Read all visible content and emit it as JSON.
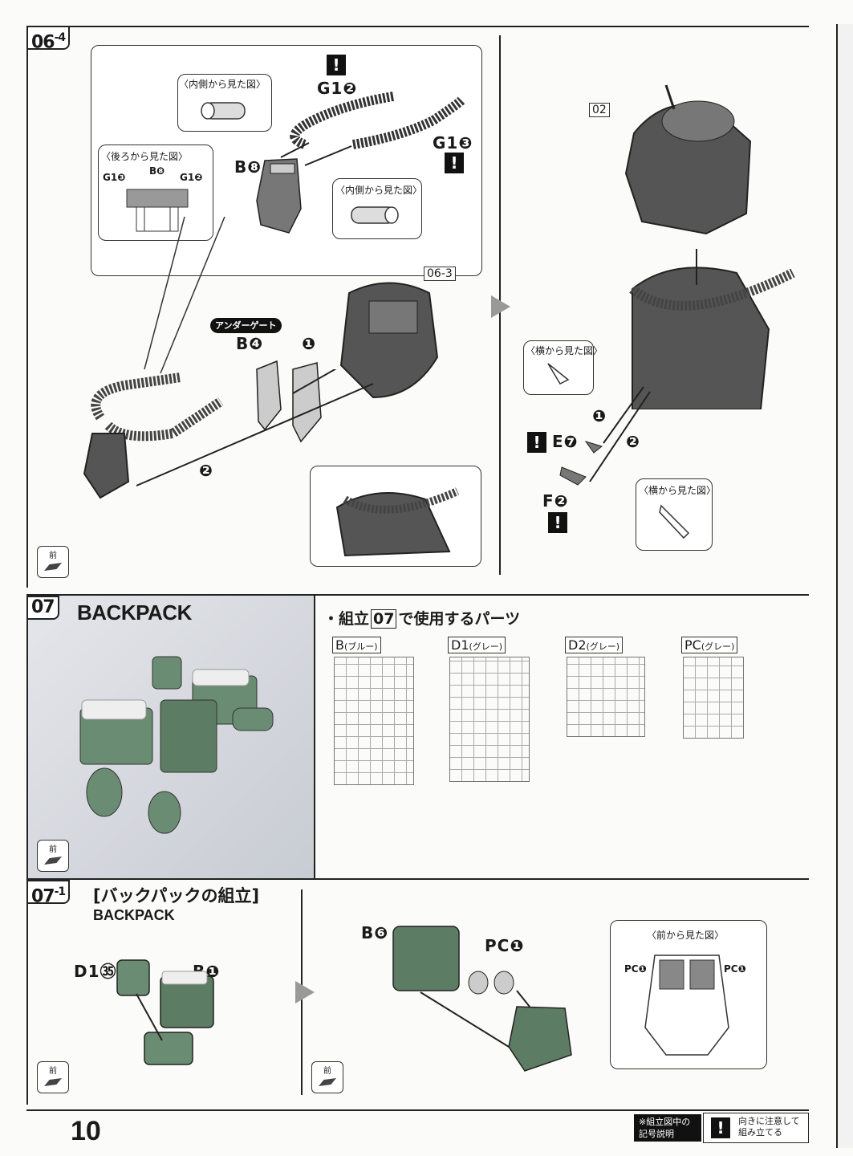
{
  "page_number": "10",
  "step_06_4": {
    "tag": "06",
    "sub": "-4",
    "inside_view_1": "〈内側から見た図〉",
    "inside_view_2": "〈内側から見た図〉",
    "back_view": "〈後ろから見た図〉",
    "side_view_1": "〈横から見た図〉",
    "side_view_2": "〈横から見た図〉",
    "g1_2": "G1❷",
    "g1_3": "G1❸",
    "b8": "B❽",
    "back_g1_3": "G1❸",
    "back_b8": "B❽",
    "back_g1_2": "G1❷",
    "under_gate": "アンダーゲート",
    "b4": "B❹",
    "ref_06_3": "06-3",
    "ref_02": "02",
    "num_1": "❶",
    "num_2": "❷",
    "e7": "E❼",
    "f2": "F❷",
    "warn": "!",
    "front": "前"
  },
  "step_07": {
    "tag": "07",
    "title": "BACKPACK",
    "parts_heading_prefix": "・組立",
    "parts_heading_ref": "07",
    "parts_heading_suffix": "で使用するパーツ",
    "runners": [
      {
        "code": "B",
        "color": "(ブルー)"
      },
      {
        "code": "D1",
        "color": "(グレー)"
      },
      {
        "code": "D2",
        "color": "(グレー)"
      },
      {
        "code": "PC",
        "color": "(グレー)"
      }
    ]
  },
  "step_07_1": {
    "tag": "07",
    "sub": "-1",
    "title": "[バックパックの組立]",
    "subtitle": "BACKPACK",
    "d1_35": "D1㉟",
    "b1": "B❶",
    "b6": "B❻",
    "pc1": "PC❶",
    "front_view": "〈前から見た図〉",
    "pc1_left": "PC❶",
    "pc1_right": "PC❶"
  },
  "footer": {
    "legend_title_1": "※組立図中の",
    "legend_title_2": "記号説明",
    "warn_symbol": "!",
    "legend_desc_1": "向きに注意して",
    "legend_desc_2": "組み立てる"
  }
}
